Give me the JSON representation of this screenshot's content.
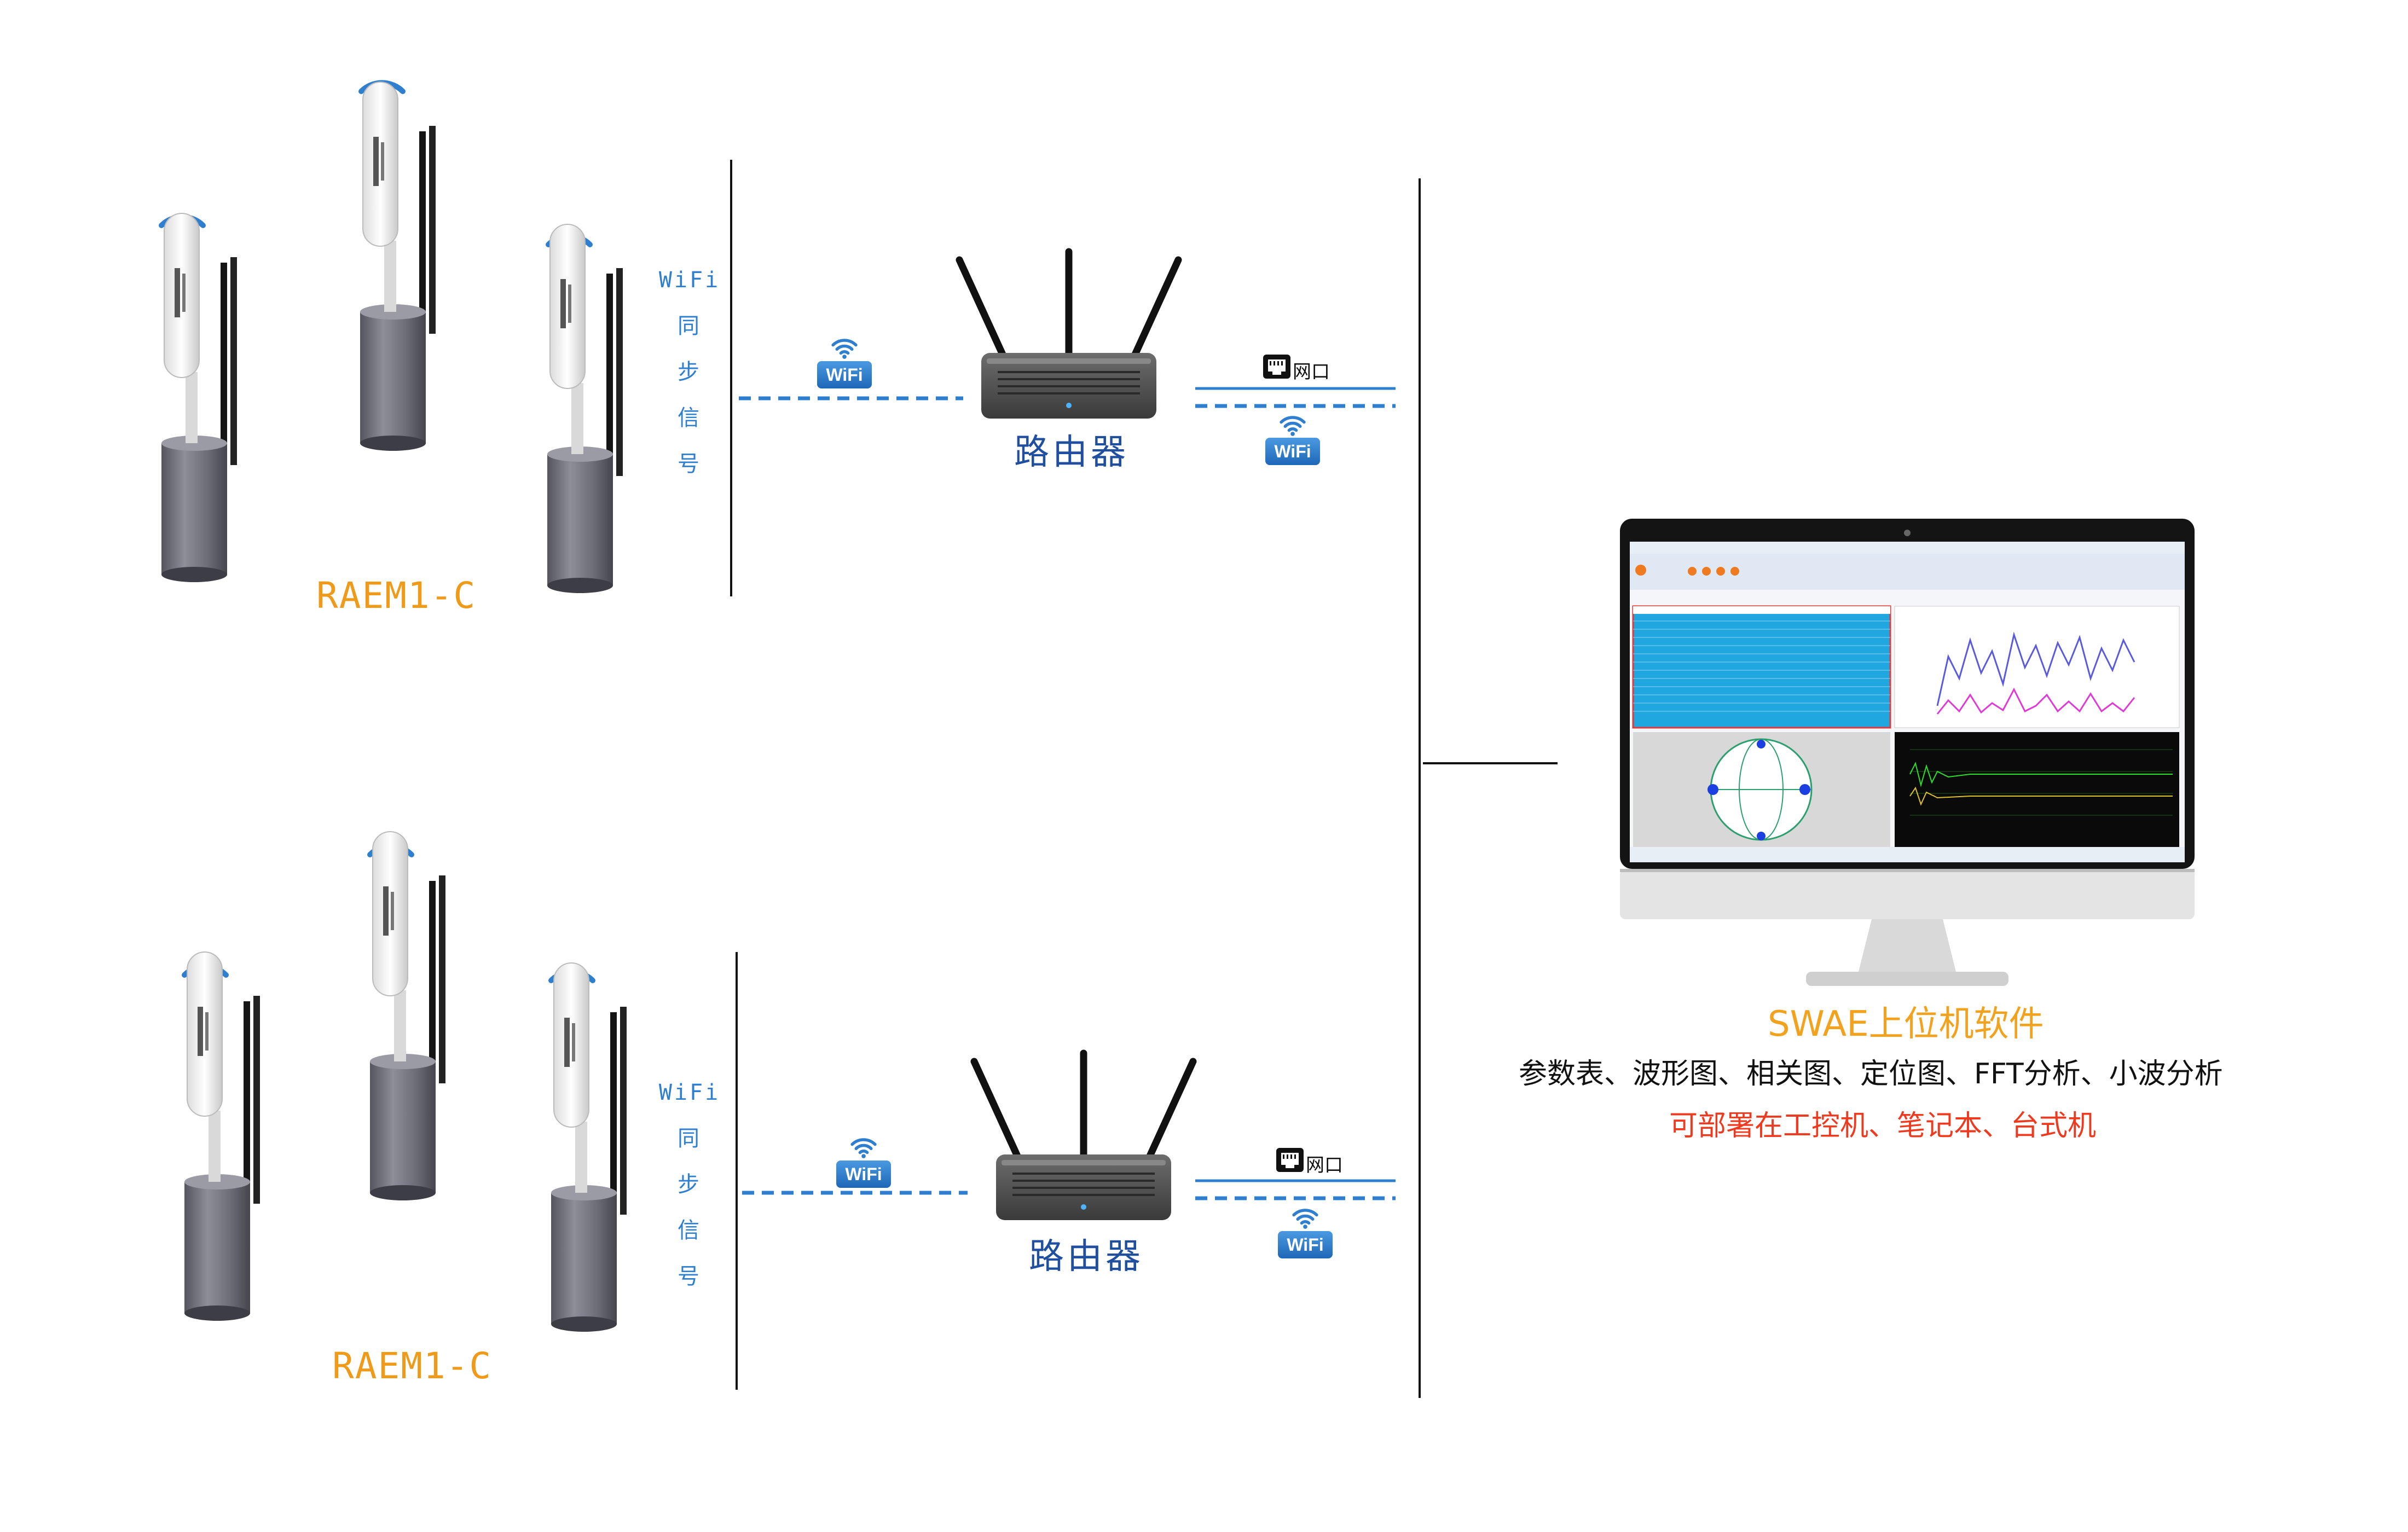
{
  "groups": [
    {
      "sync_text": [
        "WiFi",
        "同",
        "步",
        "信",
        "号"
      ],
      "model": "RAEM1-C"
    },
    {
      "sync_text": [
        "WiFi",
        "同",
        "步",
        "信",
        "号"
      ],
      "model": "RAEM1-C"
    }
  ],
  "router": {
    "label": "路由器",
    "wifi_badge": "WiFi",
    "lan_label": "网口"
  },
  "software": {
    "title": "SWAE上位机软件",
    "features": "参数表、波形图、相关图、定位图、FFT分析、小波分析",
    "deploy": "可部署在工控机、笔记本、台式机"
  },
  "colors": {
    "accent_blue": "#2f7fd0",
    "model_orange": "#f09a1a",
    "deploy_red": "#ee3a1e",
    "title_orange": "#f2a21c"
  }
}
